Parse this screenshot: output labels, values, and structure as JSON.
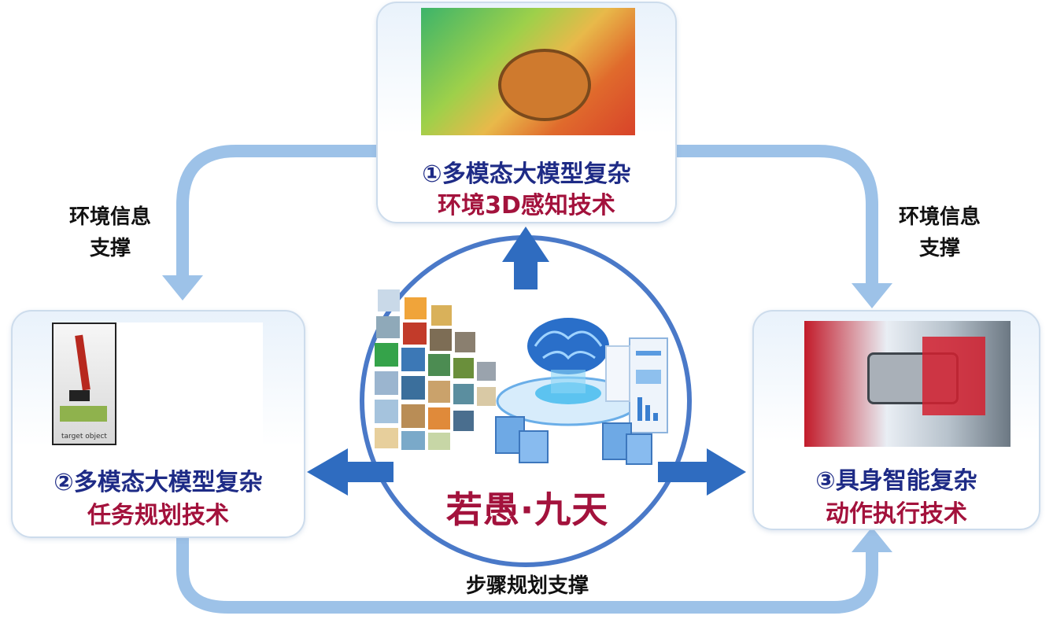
{
  "colors": {
    "title_blue": "#1e2b86",
    "title_red": "#a3123c",
    "arrow_light": "#9dc2e8",
    "arrow_dark": "#2f6cc0",
    "circle_ring": "#4a79c8"
  },
  "module_top": {
    "line1": "①多模态大模型复杂",
    "line2": "环境3D感知技术"
  },
  "module_left": {
    "line1": "②多模态大模型复杂",
    "line2": "任务规划技术",
    "photo_caption": "target object"
  },
  "module_right": {
    "line1": "③具身智能复杂",
    "line2": "动作执行技术"
  },
  "labels": {
    "left_line1": "环境信息",
    "left_line2": "支撑",
    "right_line1": "环境信息",
    "right_line2": "支撑",
    "bottom": "步骤规划支撑"
  },
  "center": {
    "brand": "若愚·九天",
    "icons": [
      "brain-icon",
      "server-icon",
      "dashboard-icon",
      "image-grid"
    ]
  }
}
